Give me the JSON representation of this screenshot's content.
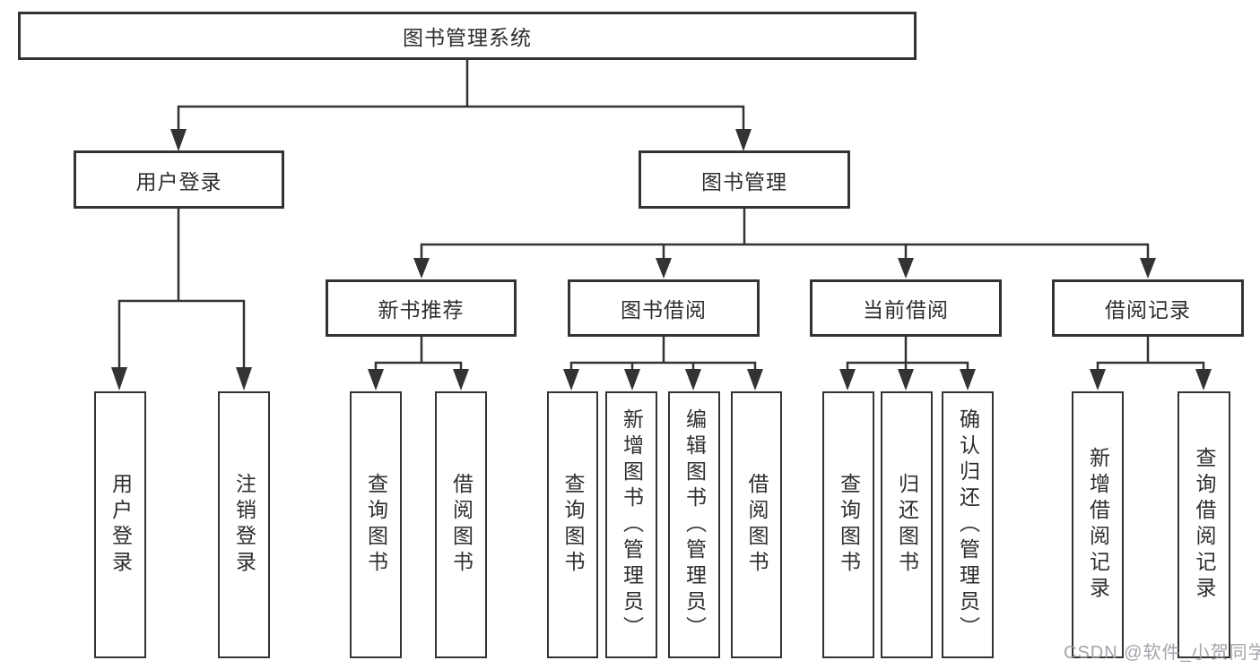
{
  "diagram": {
    "tree": {
      "label": "图书管理系统",
      "children": [
        {
          "label": "用户登录",
          "children": [
            {
              "label": "用户登录"
            },
            {
              "label": "注销登录"
            }
          ]
        },
        {
          "label": "图书管理",
          "children": [
            {
              "label": "新书推荐",
              "children": [
                {
                  "label": "查询图书"
                },
                {
                  "label": "借阅图书"
                }
              ]
            },
            {
              "label": "图书借阅",
              "children": [
                {
                  "label": "查询图书"
                },
                {
                  "label": "新增图书（管理员）"
                },
                {
                  "label": "编辑图书（管理员）"
                },
                {
                  "label": "借阅图书"
                }
              ]
            },
            {
              "label": "当前借阅",
              "children": [
                {
                  "label": "查询图书"
                },
                {
                  "label": "归还图书"
                },
                {
                  "label": "确认归还（管理员）"
                }
              ]
            },
            {
              "label": "借阅记录",
              "children": [
                {
                  "label": "新增借阅记录"
                },
                {
                  "label": "查询借阅记录"
                }
              ]
            }
          ]
        }
      ]
    },
    "watermark": "CSDN @软件_小贺同学",
    "colors": {
      "line": "#333333",
      "box_border": "#333333",
      "text": "#2e2e2e",
      "background": "#ffffff",
      "watermark": "#9a9aa2"
    }
  }
}
